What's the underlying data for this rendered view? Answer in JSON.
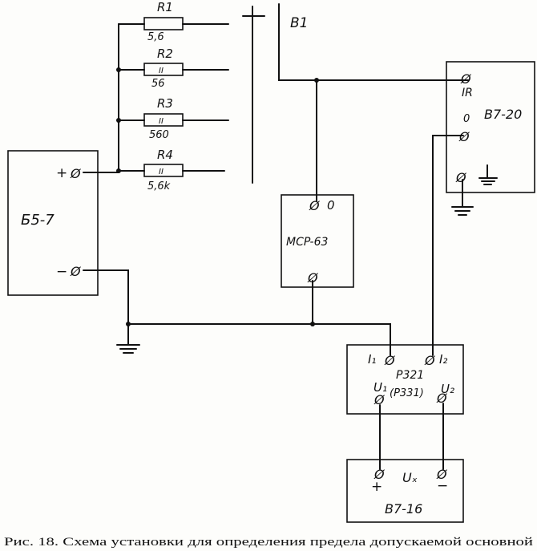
{
  "resistors": [
    {
      "name": "R1",
      "value": "5,6",
      "mark": ""
    },
    {
      "name": "R2",
      "value": "56",
      "mark": "II"
    },
    {
      "name": "R3",
      "value": "560",
      "mark": "II"
    },
    {
      "name": "R4",
      "value": "5,6k",
      "mark": "II"
    }
  ],
  "switch_label": "B1",
  "supply": {
    "name": "Б5-7",
    "plus": "+",
    "minus": "−"
  },
  "voltmeter_b720": {
    "name": "В7-20",
    "ir_label": "IR",
    "zero_label": "0"
  },
  "mcp": {
    "name": "MCP-63",
    "zero_label": "0"
  },
  "p321": {
    "name": "P321",
    "i1": "I₁",
    "i2": "I₂",
    "u1": "U₁",
    "u2": "U₂",
    "note": "(P331)"
  },
  "b716": {
    "name": "В7-16",
    "ux": "Uₓ",
    "plus": "+",
    "minus": "−"
  },
  "caption": "Рис. 18. Схема установки для определения предела допускаемой основной"
}
